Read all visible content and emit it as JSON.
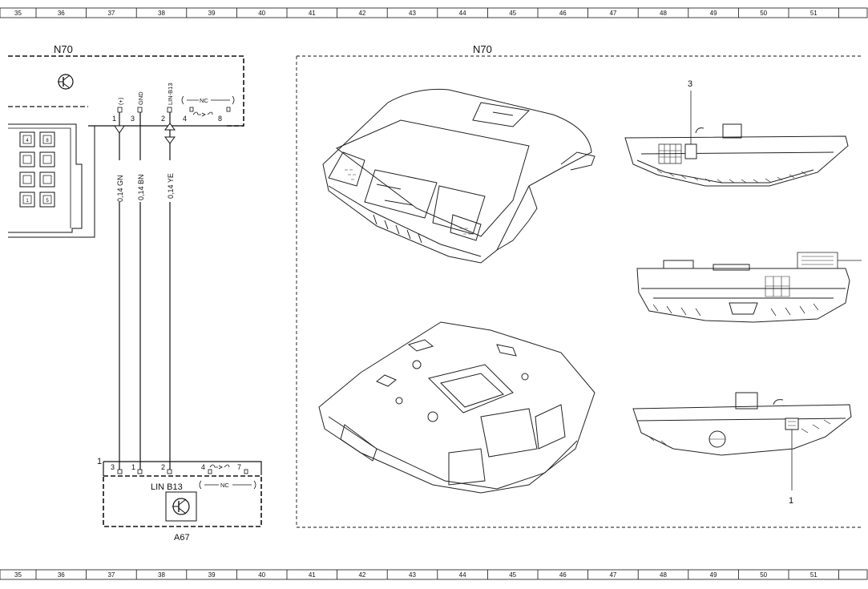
{
  "ruler": [
    "35",
    "36",
    "37",
    "38",
    "39",
    "40",
    "41",
    "42",
    "43",
    "44",
    "45",
    "46",
    "47",
    "48",
    "49",
    "50",
    "51"
  ],
  "n70": {
    "name": "N70",
    "pins": {
      "p1": {
        "num": "1",
        "label": "(+)"
      },
      "p3": {
        "num": "3",
        "label": "GND"
      },
      "p2": {
        "num": "2",
        "label": "LIN-B13"
      },
      "p4": "4",
      "p8": "8",
      "nc": "NC"
    },
    "keypad": [
      "4",
      "8",
      "",
      "",
      "",
      "",
      "1",
      "5"
    ]
  },
  "wires": [
    {
      "id": "w1",
      "label": "0,14 GN"
    },
    {
      "id": "w2",
      "label": "0,14 BN"
    },
    {
      "id": "w3",
      "label": "0,14 YE"
    }
  ],
  "a67": {
    "name": "A67",
    "connector": "1",
    "bus_label": "LIN B13",
    "pins": {
      "p3": "3",
      "p1": "1",
      "p2": "2",
      "p4": "4",
      "p7": "7",
      "nc": "NC"
    }
  },
  "photo_panel": {
    "title": "N70",
    "callouts": {
      "c3": "3",
      "c1": "1"
    }
  }
}
